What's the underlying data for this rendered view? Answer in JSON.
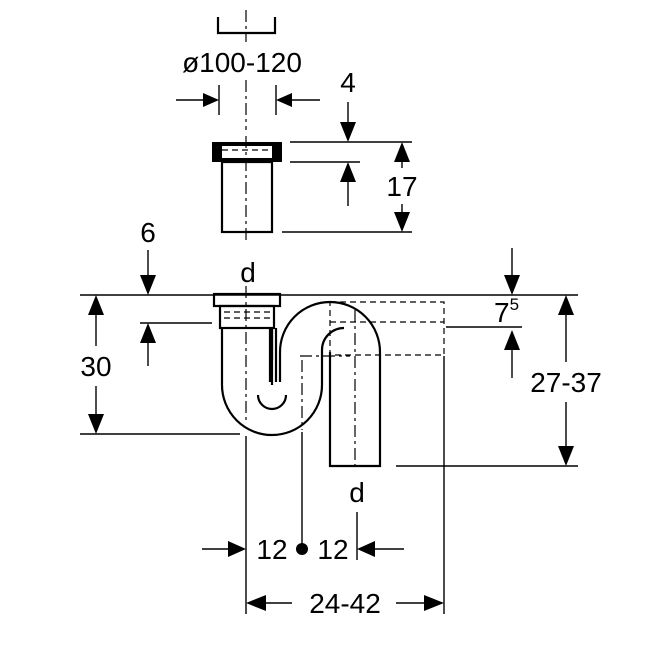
{
  "labels": {
    "diameter": "ø100-120",
    "top_offset": "4",
    "top_height": "17",
    "inlet_depth": "6",
    "inlet_d": "d",
    "height_30": "30",
    "outlet_depth_base": "7",
    "outlet_depth_sup": "5",
    "height_range": "27-37",
    "outlet_d": "d",
    "left_offset": "12",
    "right_offset": "12",
    "width_range": "24-42"
  }
}
